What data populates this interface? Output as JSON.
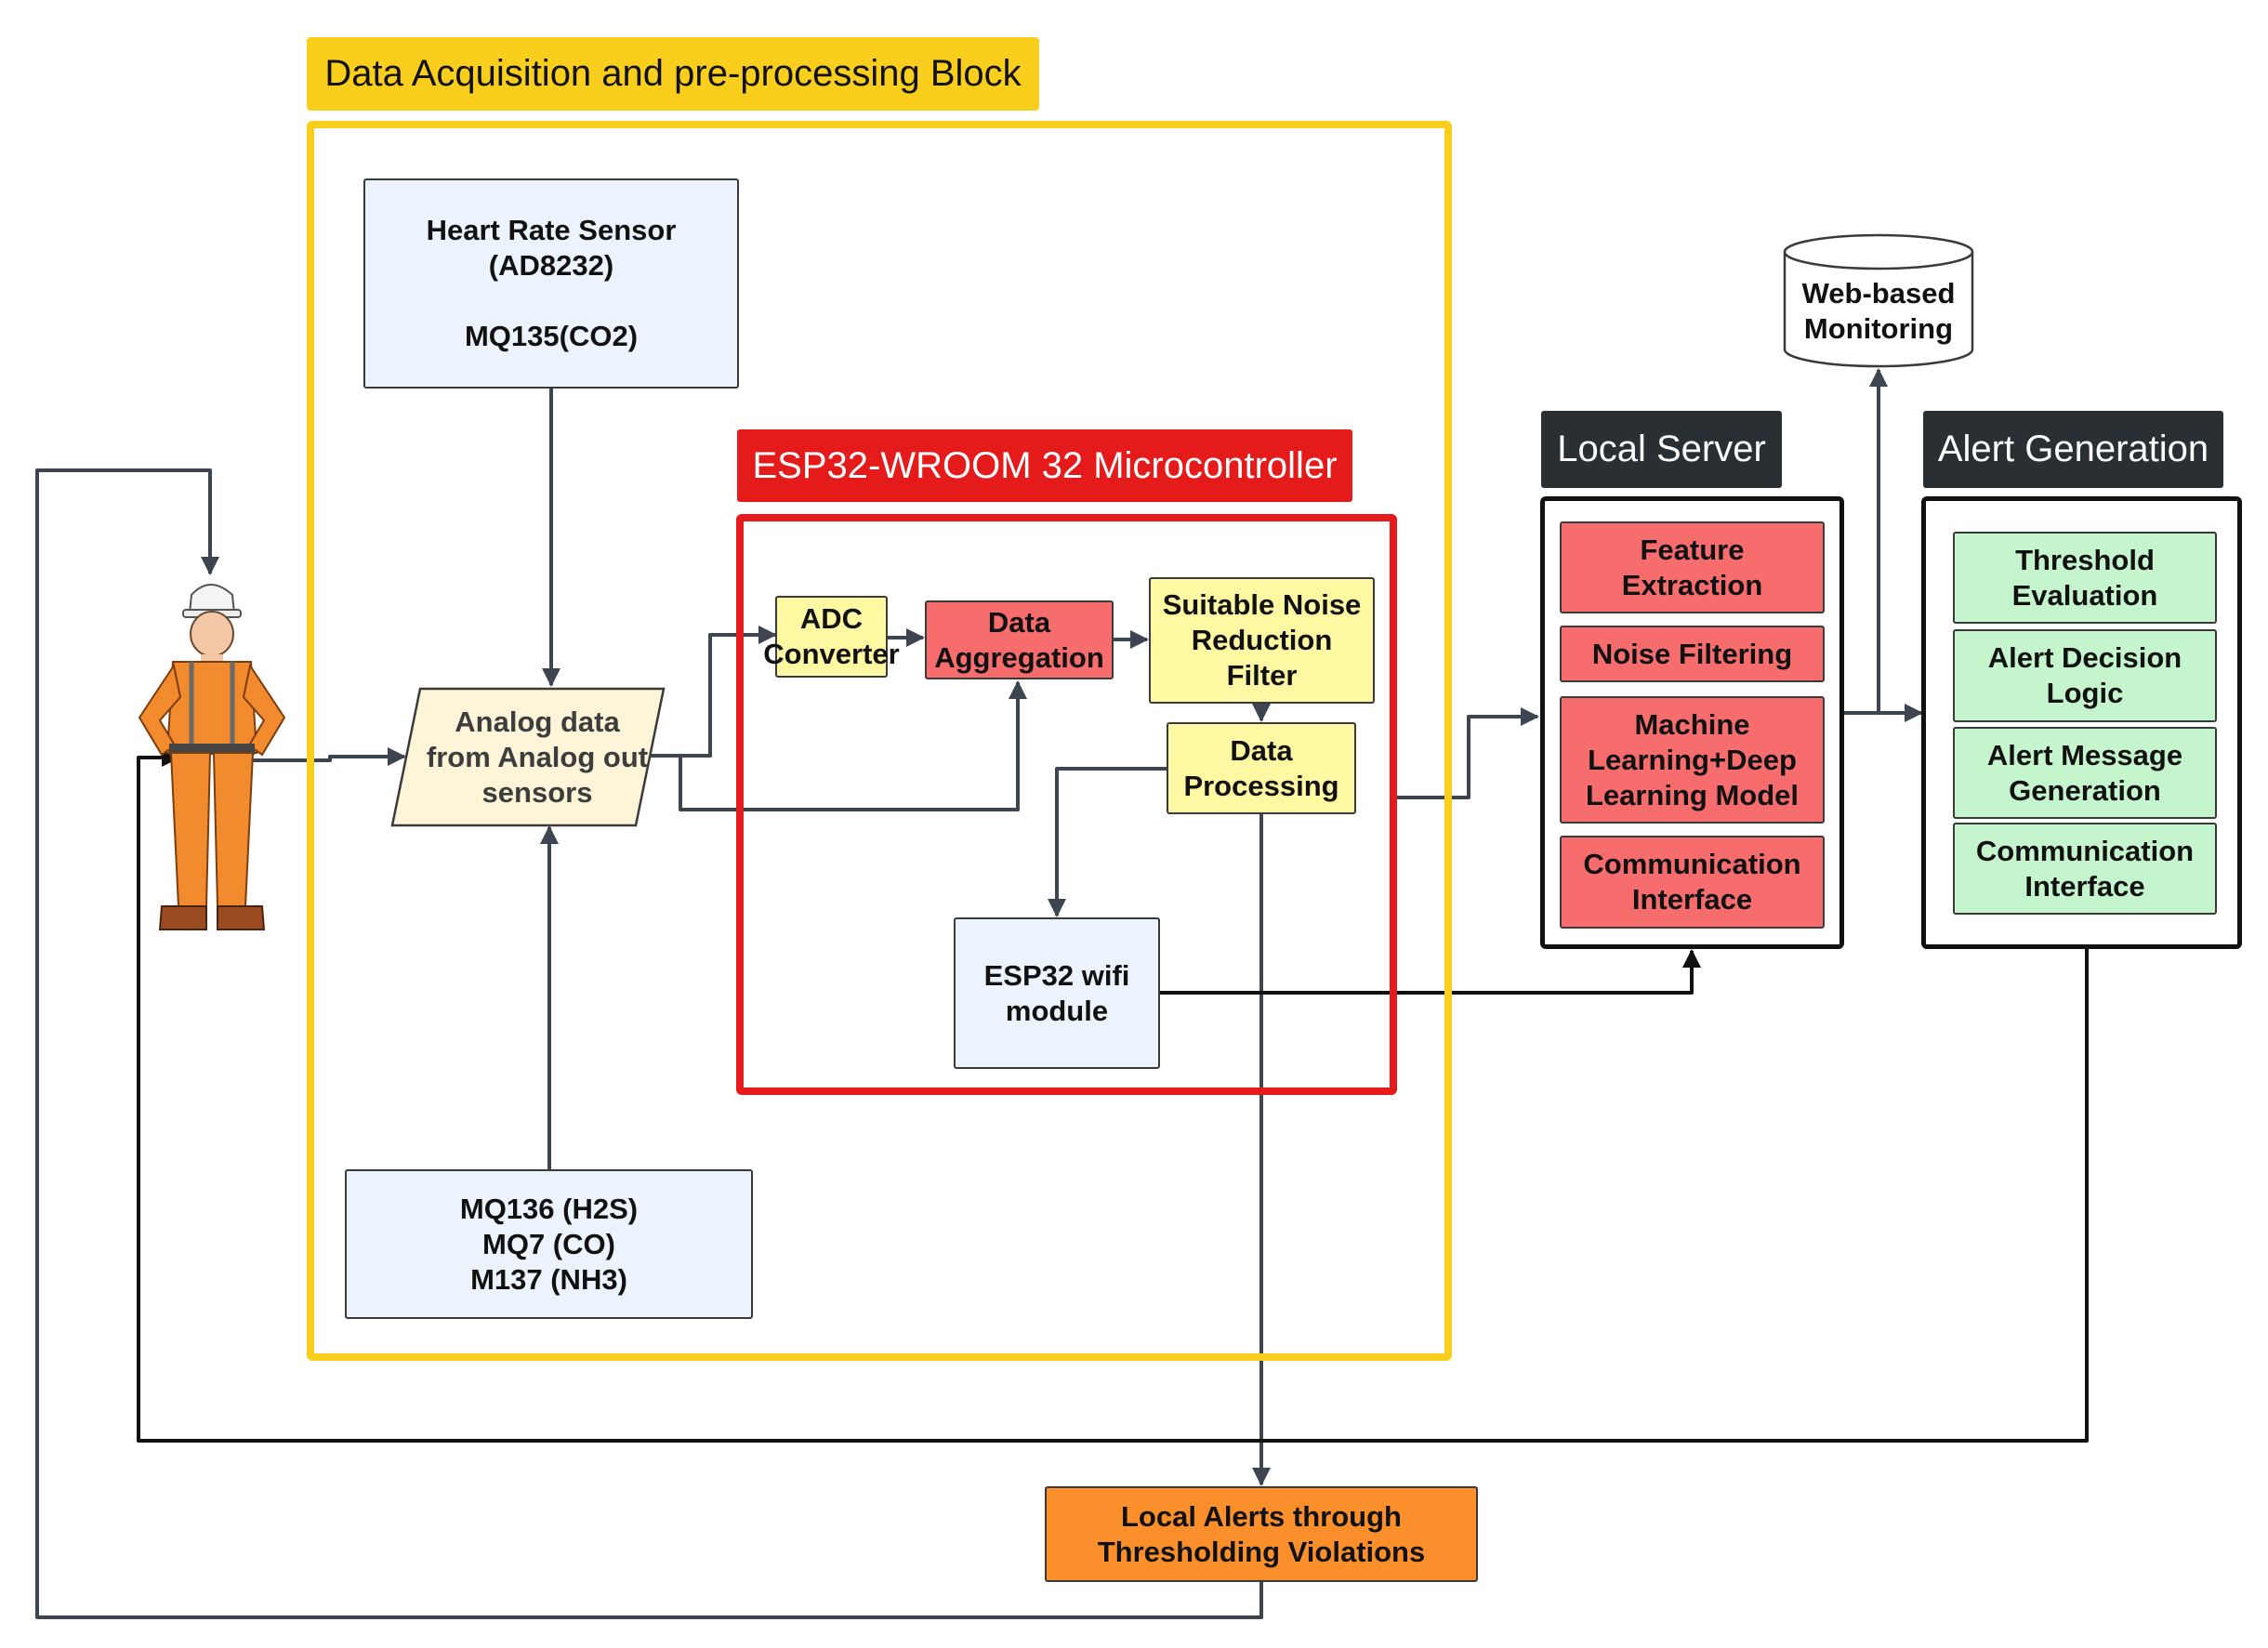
{
  "blocks": {
    "acquisition_title": "Data Acquisition and pre-processing Block",
    "mcu_title": "ESP32-WROOM 32 Microcontroller",
    "server_title": "Local Server",
    "alert_title": "Alert Generation"
  },
  "nodes": {
    "heart_sensor": "Heart Rate Sensor\n(AD8232)\n\nMQ135(CO2)",
    "gas_sensors": "MQ136 (H2S)\nMQ7 (CO)\nM137 (NH3)",
    "analog_data": "Analog data\nfrom Analog out\nsensors",
    "adc": "ADC\nConverter",
    "aggregation": "Data\nAggregation",
    "noise_filter": "Suitable Noise\nReduction\nFilter",
    "processing": "Data\nProcessing",
    "wifi": "ESP32 wifi\nmodule",
    "web": "Web-based\nMonitoring",
    "local_alerts": "Local Alerts through\nThresholding Violations"
  },
  "server_items": [
    "Feature\nExtraction",
    "Noise Filtering",
    "Machine\nLearning+Deep\nLearning Model",
    "Communication\nInterface"
  ],
  "alert_items": [
    "Threshold\nEvaluation",
    "Alert Decision\nLogic",
    "Alert Message\nGeneration",
    "Communication\nInterface"
  ],
  "colors": {
    "acquisition": "#f9ce1d",
    "mcu": "#e51b1b",
    "dark_tag": "#2a2f33",
    "node_blue": "#edf3fd",
    "node_yellow": "#fef8a2",
    "node_red": "#f76c6c",
    "node_green": "#c5f5cc",
    "node_orange": "#fb8f2c"
  },
  "icons": [
    "worker-with-hard-hat-illustration"
  ]
}
